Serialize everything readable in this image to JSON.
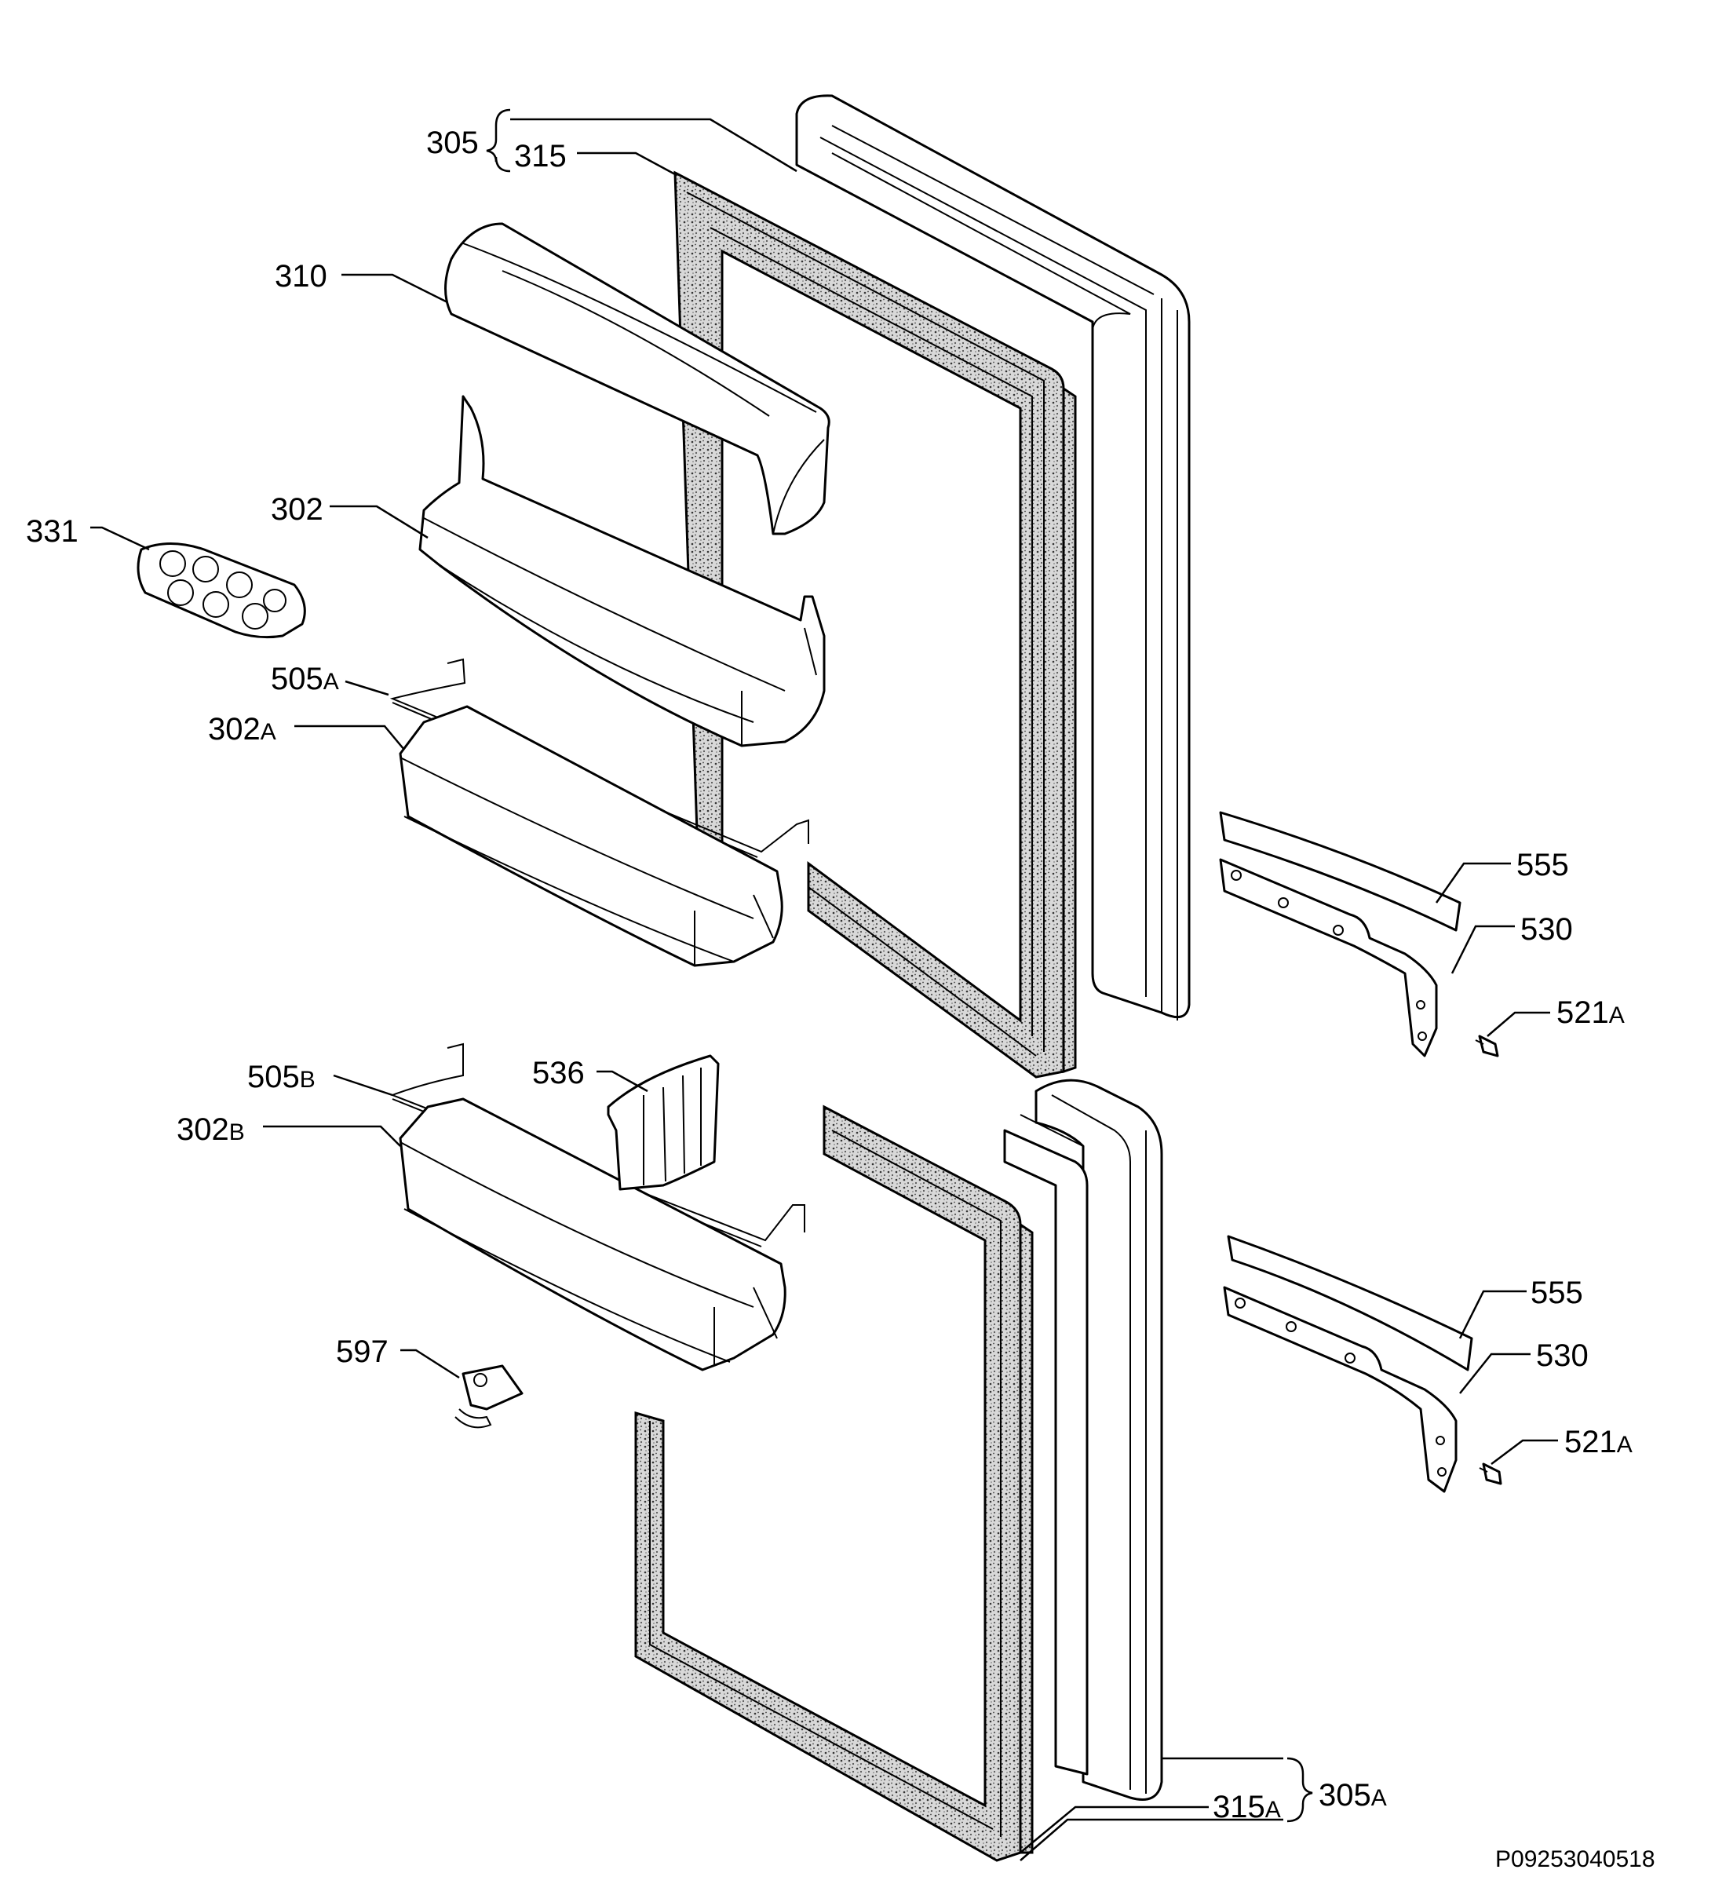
{
  "callouts": [
    {
      "id": "p305",
      "num": "305",
      "suffix": ""
    },
    {
      "id": "p315",
      "num": "315",
      "suffix": ""
    },
    {
      "id": "p310",
      "num": "310",
      "suffix": ""
    },
    {
      "id": "p302",
      "num": "302",
      "suffix": ""
    },
    {
      "id": "p331",
      "num": "331",
      "suffix": ""
    },
    {
      "id": "p505a",
      "num": "505",
      "suffix": "A"
    },
    {
      "id": "p302a",
      "num": "302",
      "suffix": "A"
    },
    {
      "id": "p555a",
      "num": "555",
      "suffix": ""
    },
    {
      "id": "p530a",
      "num": "530",
      "suffix": ""
    },
    {
      "id": "p521a",
      "num": "521",
      "suffix": "A"
    },
    {
      "id": "p505b",
      "num": "505",
      "suffix": "B"
    },
    {
      "id": "p536",
      "num": "536",
      "suffix": ""
    },
    {
      "id": "p302b",
      "num": "302",
      "suffix": "B"
    },
    {
      "id": "p555b",
      "num": "555",
      "suffix": ""
    },
    {
      "id": "p530b",
      "num": "530",
      "suffix": ""
    },
    {
      "id": "p521b",
      "num": "521",
      "suffix": "A"
    },
    {
      "id": "p597",
      "num": "597",
      "suffix": ""
    },
    {
      "id": "p305a",
      "num": "305",
      "suffix": "A"
    },
    {
      "id": "p315a",
      "num": "315",
      "suffix": "A"
    }
  ],
  "drawing_code": "P09253040518"
}
